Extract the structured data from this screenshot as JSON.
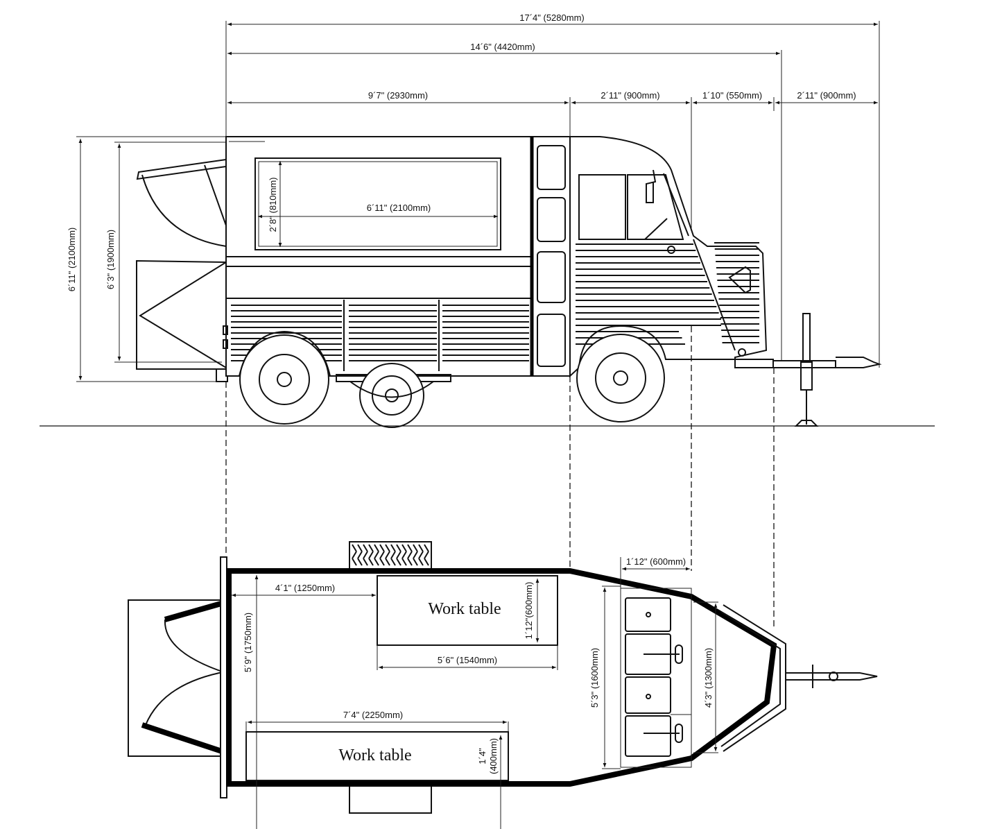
{
  "dimensions_top": {
    "overall_length": "17´4\" (5280mm)",
    "body_length": "14´6\" (4420mm)",
    "box_length": "9´7\" (2930mm)",
    "cab_length": "2´11\" (900mm)",
    "hood_length": "1´10\" (550mm)",
    "drawbar_length": "2´11\" (900mm)"
  },
  "side_view": {
    "overall_height": "6´11\" (2100mm)",
    "awning_height": "6´3\" (1900mm)",
    "window_width": "6´11\" (2100mm)",
    "window_height": "2´8\" (810mm)"
  },
  "plan_view": {
    "cab_depth": "1´12\" (600mm)",
    "door_to_table": "4´1\" (1250mm)",
    "work_table_1_label": "Work table",
    "work_table_1_depth": "1´12\"(600mm)",
    "work_table_1_length": "5´6\" (1540mm)",
    "interior_width": "5´9\" (1750mm)",
    "sink_unit_length": "5´3\" (1600mm)",
    "front_width": "4´3\" (1300mm)",
    "work_table_2_length": "7´4\" (2250mm)",
    "work_table_2_label": "Work table",
    "work_table_2_depth_ft": "1´4\"",
    "work_table_2_depth_mm": "(400mm)"
  }
}
